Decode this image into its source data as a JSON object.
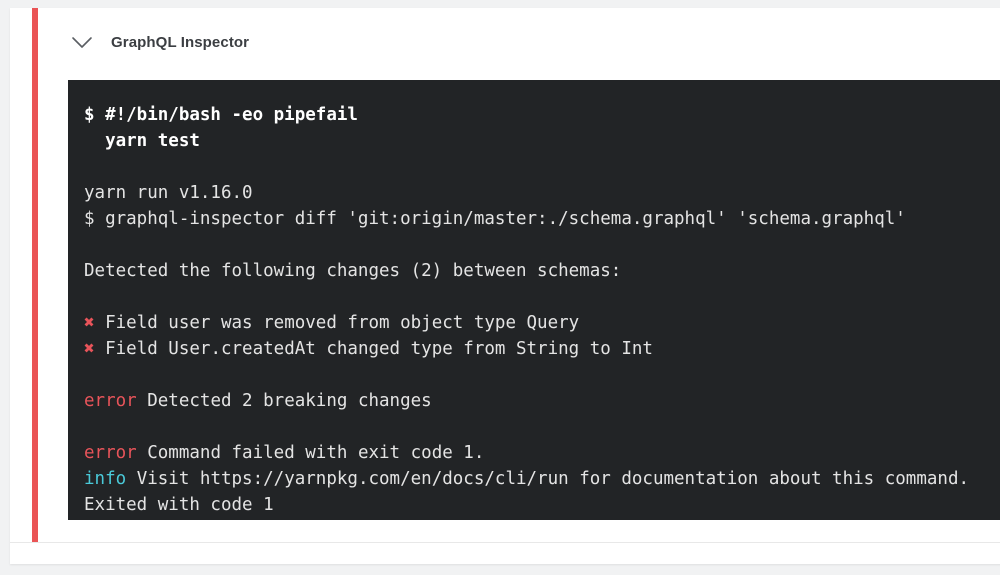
{
  "theme": {
    "page_background": "#f1f2f3",
    "card_background": "#ffffff",
    "accent_color": "#ea5455",
    "terminal_background": "#222426",
    "terminal_text": "#e6e6e6",
    "error_color": "#e8545a",
    "info_color": "#4ac9d8",
    "title_color": "#3b3e42"
  },
  "header": {
    "title": "GraphQL Inspector",
    "collapse_icon": "chevron-down-icon"
  },
  "terminal": {
    "lines": [
      {
        "id": "line-command-shebang",
        "segments": [
          {
            "text": "$ #!/bin/bash -eo pipefail",
            "style": "bold"
          }
        ]
      },
      {
        "id": "line-command-yarn-test",
        "segments": [
          {
            "text": "  yarn test",
            "style": "bold"
          }
        ]
      },
      {
        "id": "line-blank-1",
        "segments": []
      },
      {
        "id": "line-yarn-version",
        "segments": [
          {
            "text": "yarn run v1.16.0",
            "style": "plain"
          }
        ]
      },
      {
        "id": "line-inspector-diff",
        "segments": [
          {
            "text": "$ graphql-inspector diff 'git:origin/master:./schema.graphql' 'schema.graphql'",
            "style": "plain"
          }
        ]
      },
      {
        "id": "line-blank-2",
        "segments": []
      },
      {
        "id": "line-detected-changes",
        "segments": [
          {
            "text": "Detected the following changes (2) between schemas:",
            "style": "plain"
          }
        ]
      },
      {
        "id": "line-blank-3",
        "segments": []
      },
      {
        "id": "line-change-1",
        "segments": [
          {
            "text": "✖",
            "style": "mark"
          },
          {
            "text": " Field user was removed from object type Query",
            "style": "plain"
          }
        ]
      },
      {
        "id": "line-change-2",
        "segments": [
          {
            "text": "✖",
            "style": "mark"
          },
          {
            "text": " Field User.createdAt changed type from String to Int",
            "style": "plain"
          }
        ]
      },
      {
        "id": "line-blank-4",
        "segments": []
      },
      {
        "id": "line-error-breaking",
        "segments": [
          {
            "text": "error",
            "style": "error"
          },
          {
            "text": " Detected 2 breaking changes",
            "style": "plain"
          }
        ]
      },
      {
        "id": "line-blank-5",
        "segments": []
      },
      {
        "id": "line-error-exit",
        "segments": [
          {
            "text": "error",
            "style": "error"
          },
          {
            "text": " Command failed with exit code 1.",
            "style": "plain"
          }
        ]
      },
      {
        "id": "line-info-docs",
        "segments": [
          {
            "text": "info",
            "style": "info"
          },
          {
            "text": " Visit https://yarnpkg.com/en/docs/cli/run for documentation about this command.",
            "style": "plain"
          }
        ]
      },
      {
        "id": "line-exited",
        "segments": [
          {
            "text": "Exited with code 1",
            "style": "plain"
          }
        ]
      }
    ]
  }
}
